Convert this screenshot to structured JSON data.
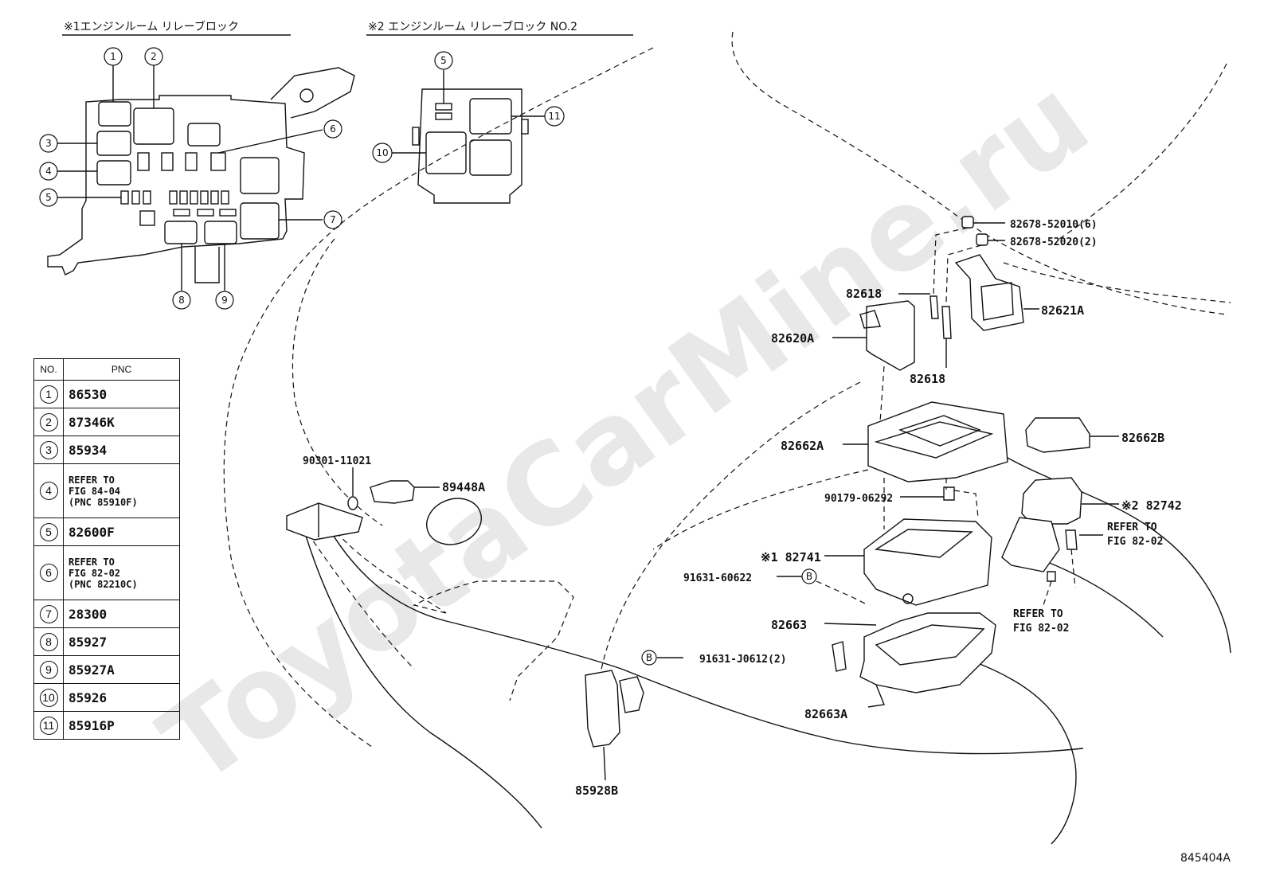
{
  "headers": {
    "relay_block_1": "※1エンジンルーム リレーブロック",
    "relay_block_2": "※2 エンジンルーム リレーブロック NO.2"
  },
  "table": {
    "col_no": "NO.",
    "col_pnc": "PNC",
    "rows": [
      {
        "no": "1",
        "pnc": "86530"
      },
      {
        "no": "2",
        "pnc": "87346K"
      },
      {
        "no": "3",
        "pnc": "85934"
      },
      {
        "no": "4",
        "pnc": "REFER TO\nFIG 84-04\n(PNC 85910F)"
      },
      {
        "no": "5",
        "pnc": "82600F"
      },
      {
        "no": "6",
        "pnc": "REFER TO\nFIG 82-02\n(PNC 82210C)"
      },
      {
        "no": "7",
        "pnc": "28300"
      },
      {
        "no": "8",
        "pnc": "85927"
      },
      {
        "no": "9",
        "pnc": "85927A"
      },
      {
        "no": "10",
        "pnc": "85926"
      },
      {
        "no": "11",
        "pnc": "85916P"
      }
    ]
  },
  "callouts": {
    "c1": "1",
    "c2": "2",
    "c3": "3",
    "c4": "4",
    "c5": "5",
    "c6": "6",
    "c7": "7",
    "c8": "8",
    "c9": "9",
    "c10": "10",
    "c11": "11",
    "c5b": "5"
  },
  "labels": {
    "p82678_52010": "82678-52010(6)",
    "p82678_52020": "82678-52020(2)",
    "p82618_top": "82618",
    "p82618_bottom": "82618",
    "p82621A": "82621A",
    "p82620A": "82620A",
    "p82662A": "82662A",
    "p82662B": "82662B",
    "p90301": "90301-11021",
    "p89448A": "89448A",
    "p90179": "90179-06292",
    "p82742": "※2 82742",
    "p82741": "※1 82741",
    "p91631_60622": "91631-60622",
    "b_marker": "B",
    "p82663": "82663",
    "p91631_j0612": "91631-J0612(2)",
    "p82663A": "82663A",
    "p85928B": "85928B",
    "refer_1a": "REFER TO",
    "refer_1b": "FIG 82-02",
    "refer_2a": "REFER TO",
    "refer_2b": "FIG 82-02"
  },
  "watermark": "ToyotaCarMine.ru",
  "figure_id": "845404A"
}
